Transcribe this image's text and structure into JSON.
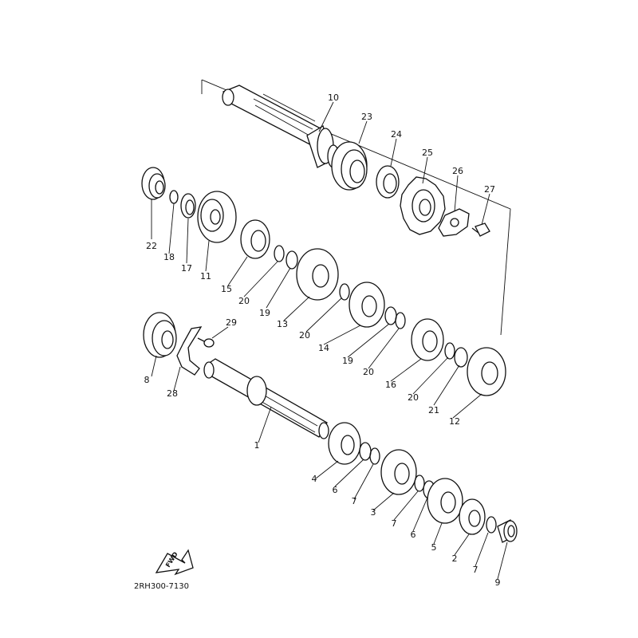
{
  "diagram": {
    "document_code": "2RH300-7130",
    "direction_label": "FWD",
    "callouts": [
      "10",
      "23",
      "24",
      "25",
      "26",
      "27",
      "22",
      "18",
      "17",
      "11",
      "15",
      "20",
      "19",
      "13",
      "20",
      "14",
      "19",
      "20",
      "16",
      "20",
      "21",
      "12",
      "29",
      "8",
      "28",
      "1",
      "4",
      "6",
      "7",
      "3",
      "7",
      "6",
      "5",
      "2",
      "7",
      "9"
    ]
  }
}
